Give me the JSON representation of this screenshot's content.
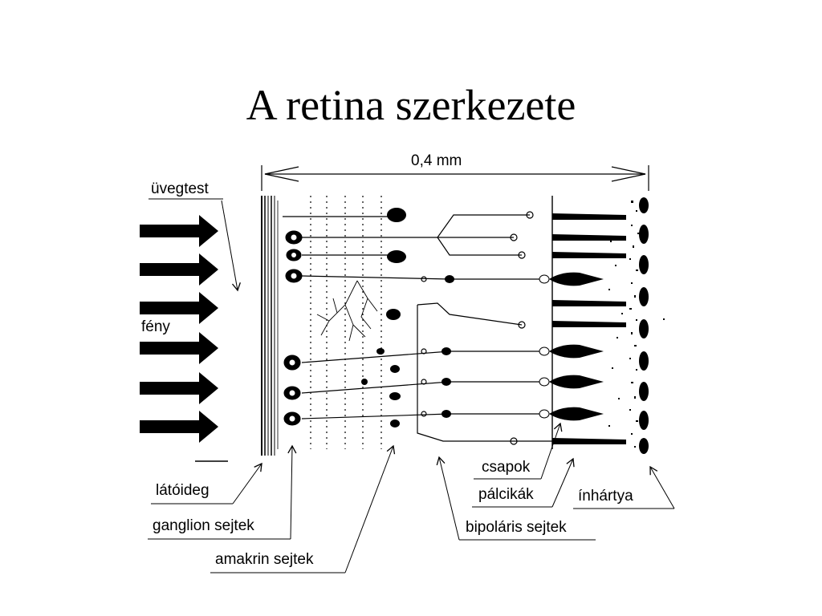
{
  "slide": {
    "title": "A retina szerkezete"
  },
  "diagram": {
    "scale_label": "0,4 mm",
    "labels": {
      "vitreous": "üvegtest",
      "light": "fény",
      "optic_nerve": "látóideg",
      "ganglion_cells": "ganglion sejtek",
      "amacrine_cells": "amakrin sejtek",
      "cones": "csapok",
      "rods": "pálcikák",
      "choroid": "ínhártya",
      "bipolar_cells": "bipoláris sejtek"
    }
  }
}
